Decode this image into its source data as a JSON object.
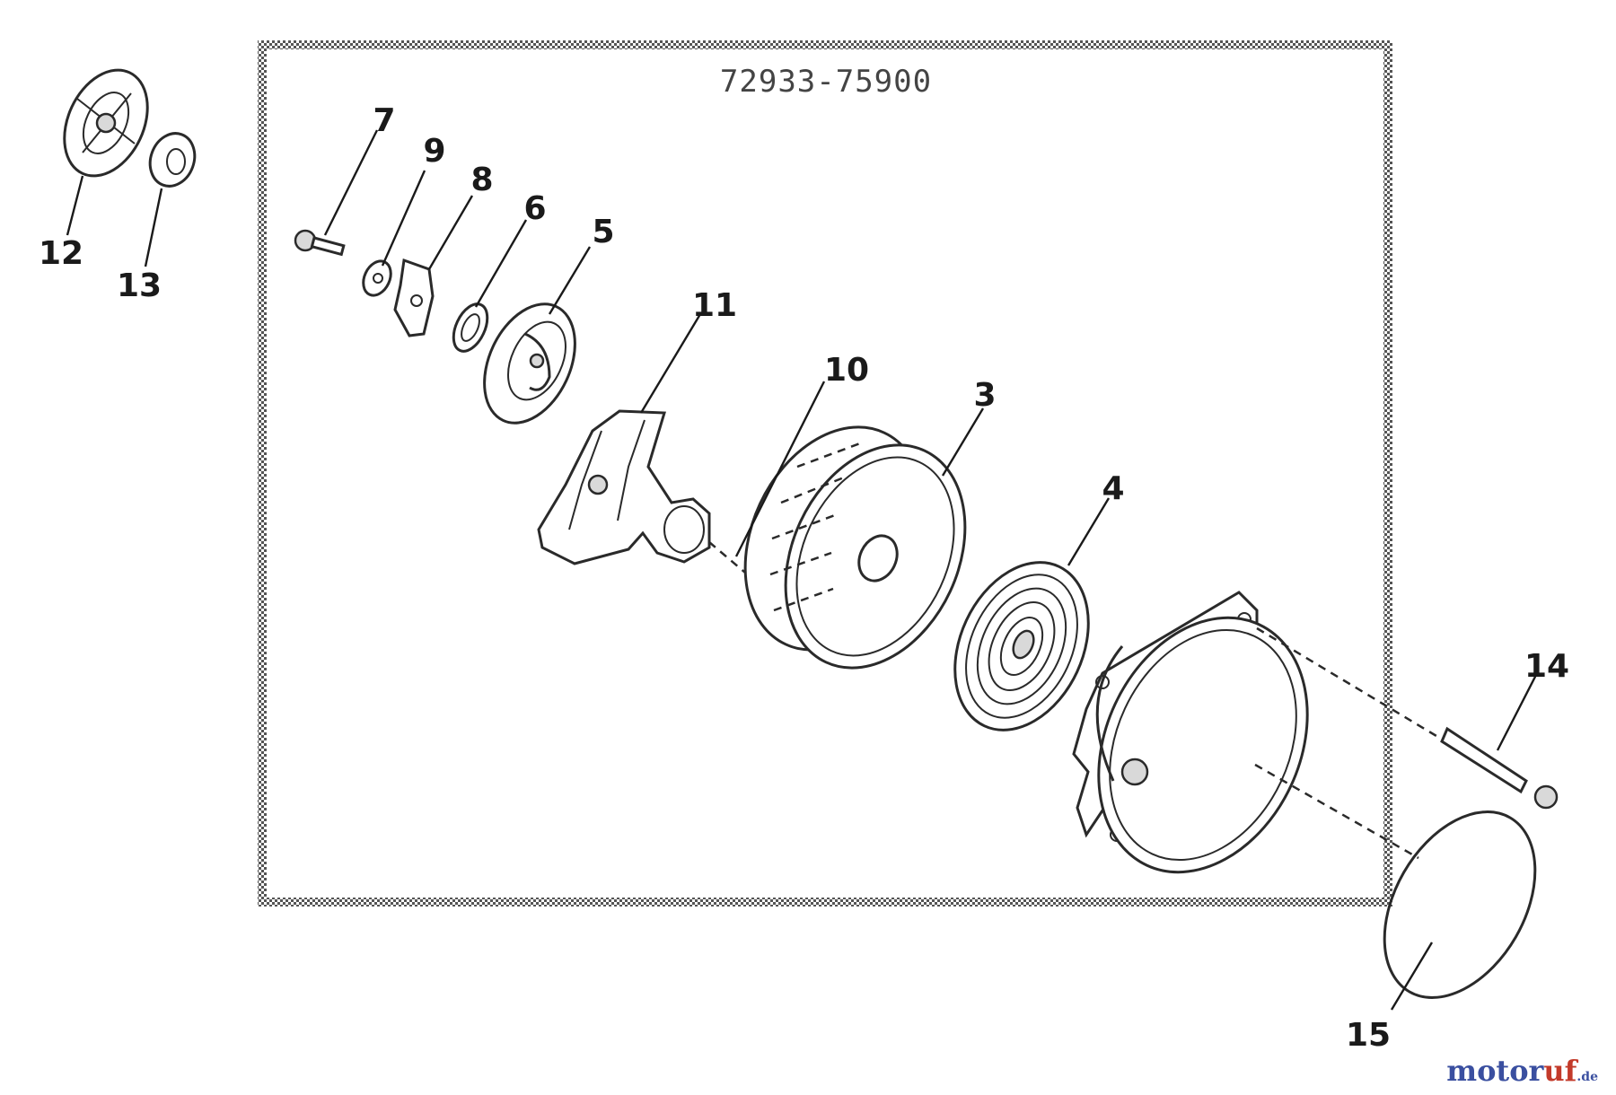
{
  "diagram": {
    "box_code": "72933-75900",
    "labels": {
      "p3": "3",
      "p4": "4",
      "p5": "5",
      "p6": "6",
      "p7": "7",
      "p8": "8",
      "p9": "9",
      "p10": "10",
      "p11": "11",
      "p12": "12",
      "p13": "13",
      "p14": "14",
      "p15": "15"
    }
  },
  "watermark": {
    "main": "motor",
    "accent": "uf",
    "tld": ".de"
  },
  "colors": {
    "watermark_blue": "#3a4fa0",
    "watermark_red": "#c33a2a"
  }
}
